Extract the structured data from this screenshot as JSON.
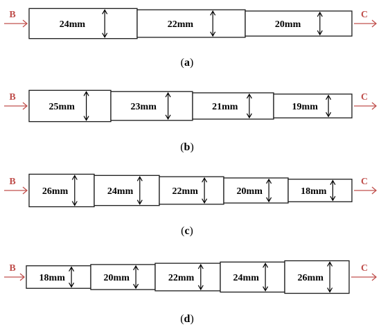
{
  "colors": {
    "accent": "#c0504d",
    "stroke": "#1a1a1a"
  },
  "endpoints": {
    "left": "B",
    "right": "C"
  },
  "diagrams": [
    {
      "caption_letter": "a",
      "segments": [
        {
          "label": "24mm",
          "diameter": 24
        },
        {
          "label": "22mm",
          "diameter": 22
        },
        {
          "label": "20mm",
          "diameter": 20
        }
      ]
    },
    {
      "caption_letter": "b",
      "segments": [
        {
          "label": "25mm",
          "diameter": 25
        },
        {
          "label": "23mm",
          "diameter": 23
        },
        {
          "label": "21mm",
          "diameter": 21
        },
        {
          "label": "19mm",
          "diameter": 19
        }
      ]
    },
    {
      "caption_letter": "c",
      "segments": [
        {
          "label": "26mm",
          "diameter": 26
        },
        {
          "label": "24mm",
          "diameter": 24
        },
        {
          "label": "22mm",
          "diameter": 22
        },
        {
          "label": "20mm",
          "diameter": 20
        },
        {
          "label": "18mm",
          "diameter": 18
        }
      ]
    },
    {
      "caption_letter": "d",
      "segments": [
        {
          "label": "18mm",
          "diameter": 18
        },
        {
          "label": "20mm",
          "diameter": 20
        },
        {
          "label": "22mm",
          "diameter": 22
        },
        {
          "label": "24mm",
          "diameter": 24
        },
        {
          "label": "26mm",
          "diameter": 26
        }
      ]
    }
  ]
}
